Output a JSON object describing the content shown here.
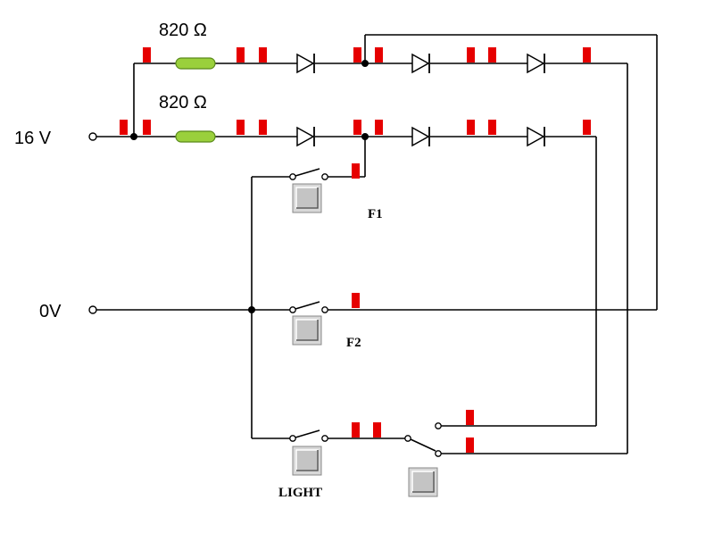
{
  "title": "",
  "colors": {
    "wire": "#000000",
    "marker": "#e60000",
    "resistor_fill": "#9ad03c",
    "resistor_stroke": "#5a8a1a",
    "button_face": "#c4c4c4"
  },
  "supply": {
    "positive_label": "16 V",
    "ground_label": "0V"
  },
  "resistors": [
    {
      "value_label": "820  Ω"
    },
    {
      "value_label": "820  Ω"
    }
  ],
  "switches": {
    "f1_label": "F1",
    "f2_label": "F2",
    "light_label": "LIGHT"
  },
  "led_count_per_string": 3,
  "strings": 2
}
